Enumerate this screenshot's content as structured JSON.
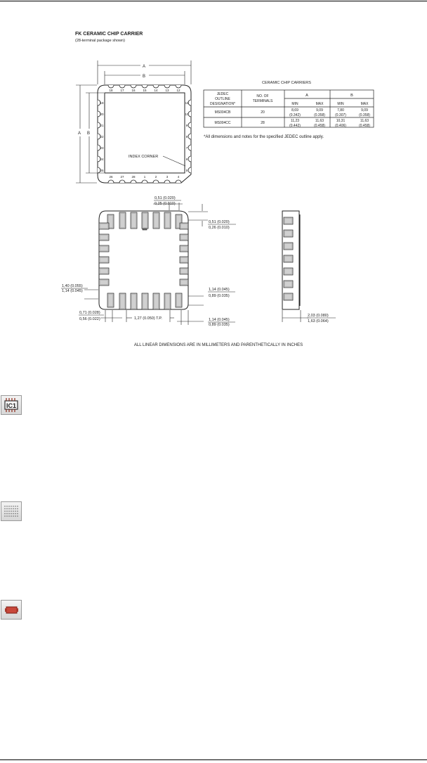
{
  "drawing": {
    "title": "FK CERAMIC CHIP CARRIER",
    "subtitle": "(28-terminal package shown)",
    "dim_A": "A",
    "dim_B": "B",
    "index_corner": "INDEX CORNER",
    "top_pins": [
      "18",
      "17",
      "16",
      "15",
      "14",
      "13",
      "12"
    ],
    "bottom_pins": [
      "26",
      "27",
      "28",
      "1",
      "2",
      "3",
      "4"
    ],
    "left_pins": [
      "19",
      "20",
      "21",
      "22",
      "23",
      "24",
      "25"
    ],
    "right_pins": [
      "11",
      "10",
      "9",
      "8",
      "7",
      "6",
      "5"
    ]
  },
  "table": {
    "title": "CERAMIC CHIP CARRIERS",
    "headers": {
      "jedec": [
        "JEDEC",
        "OUTLINE",
        "DESIGNATION*"
      ],
      "terminals": [
        "NO. OF",
        "TERMINALS"
      ],
      "a": "A",
      "b": "B",
      "min": "MIN",
      "max": "MAX"
    },
    "rows": [
      {
        "jedec": "MS004CB",
        "terminals": "20",
        "a_min": "8,69",
        "a_min_in": "(0.342)",
        "a_max": "9,09",
        "a_max_in": "(0.358)",
        "b_min": "7,80",
        "b_min_in": "(0.307)",
        "b_max": "9,09",
        "b_max_in": "(0.358)"
      },
      {
        "jedec": "MS004CC",
        "terminals": "28",
        "a_min": "11,23",
        "a_min_in": "(0.442)",
        "a_max": "11,63",
        "a_max_in": "(0.458)",
        "b_min": "10,31",
        "b_min_in": "(0.406)",
        "b_max": "11,63",
        "b_max_in": "(0.458)"
      }
    ],
    "note": "*All dimensions and notes for the specified JEDEC outline apply."
  },
  "dims": {
    "top_w_max": "0,51 (0.020)",
    "top_w_min": "0,25 (0.010)",
    "right_w_max": "0,51 (0.020)",
    "right_w_min": "0,26 (0.010)",
    "left_max": "1,40 (0.055)",
    "left_min": "1,14 (0.045)",
    "right_max": "1,14 (0.045)",
    "right_min": "0,89 (0.035)",
    "bl_max": "0,71 (0.028)",
    "bl_min": "0,56 (0.022)",
    "pitch": "1,27 (0.050) T.P.",
    "br_max": "1,14 (0.045)",
    "br_min": "0,89 (0.035)",
    "side_max": "2,03 (0.080)",
    "side_min": "1,63 (0.064)"
  },
  "footer_note": "ALL LINEAR DIMENSIONS ARE IN MILLIMETERS AND PARENTHETICALLY IN INCHES",
  "icons": {
    "ic": "ic-chip-icon",
    "grid": "dot-grid-icon",
    "component": "component-icon"
  }
}
